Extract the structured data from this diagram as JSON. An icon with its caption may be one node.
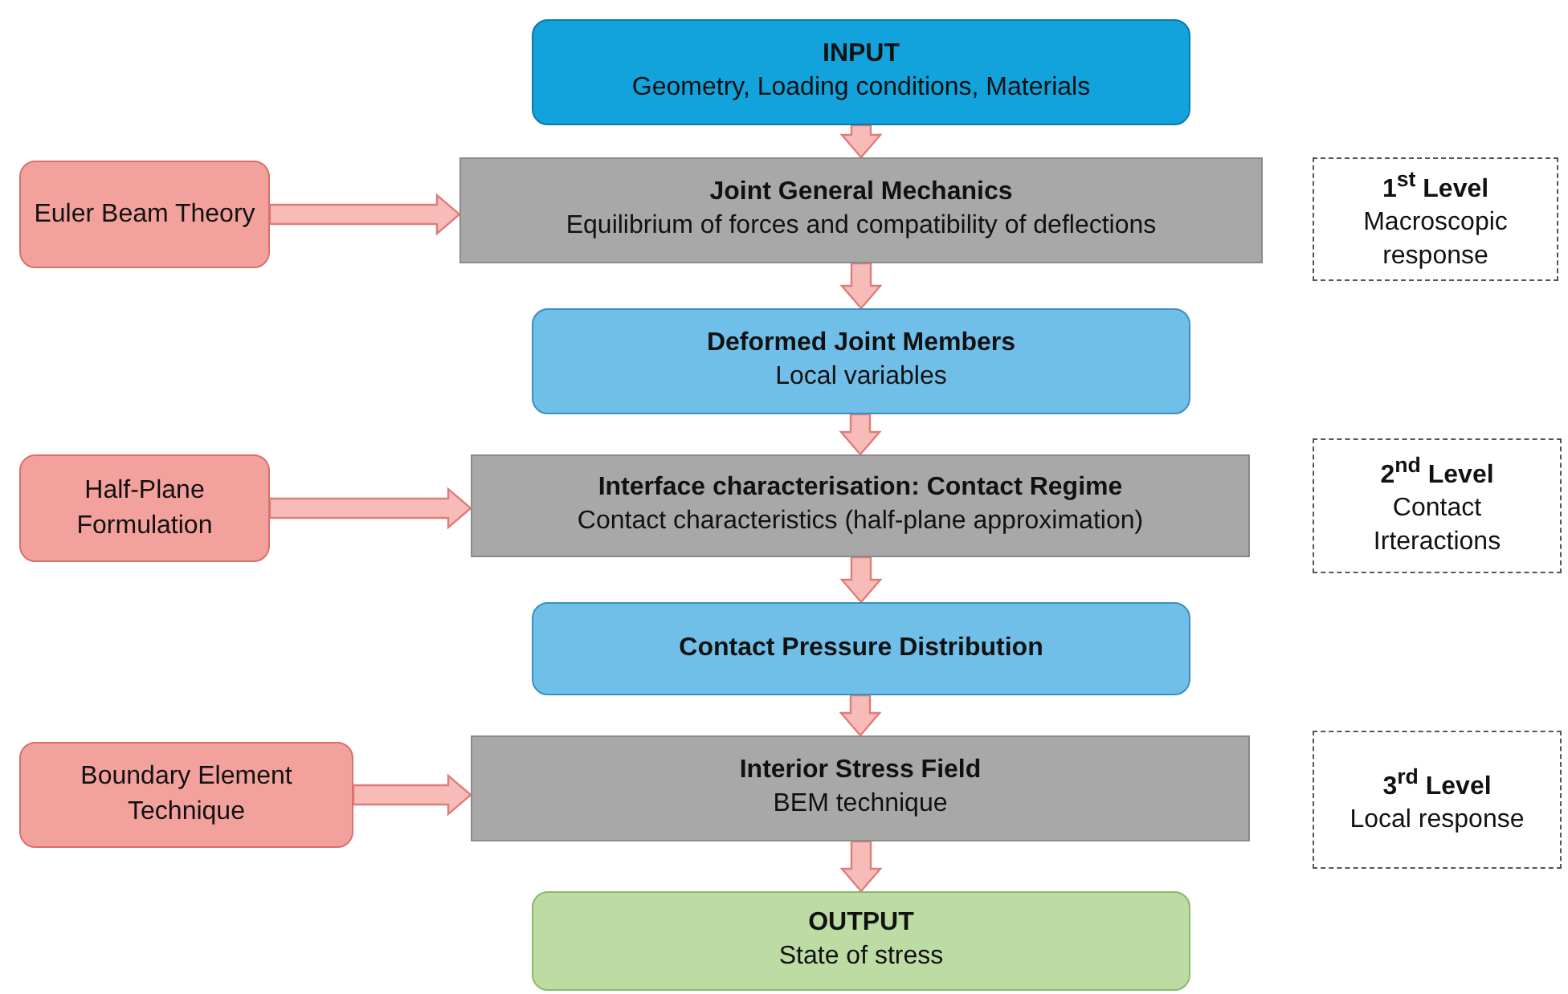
{
  "diagram": {
    "nodes": [
      {
        "text": [
          "INPUT",
          "Geometry, Loading conditions, Materials"
        ]
      },
      {
        "text": [
          "Euler Beam Theory"
        ]
      },
      {
        "text": [
          "Joint General Mechanics",
          "Equilibrium of forces and compatibility of deflections"
        ]
      },
      {
        "text": [
          "1$^{st}$ Level",
          "Macroscopic response"
        ]
      },
      {
        "text": [
          "Deformed Joint Members",
          "Local variables"
        ]
      },
      {
        "text": [
          "Half-Plane Formulation"
        ]
      },
      {
        "text": [
          "Interface characterisation: Contact Regime",
          "Contact characteristics (half-plane approximation)"
        ]
      },
      {
        "text": [
          "2$^{nd}$ Level",
          "Contact Irteractions"
        ]
      },
      {
        "text": [
          "Contact Pressure Distribution"
        ]
      },
      {
        "text": [
          "Boundary Element Technique"
        ]
      },
      {
        "text": [
          "Interior Stress Field",
          "BEM technique"
        ]
      },
      {
        "text": [
          "3$^{rd}$ Level",
          "Local response"
        ]
      },
      {
        "text": [
          "OUTPUT",
          "State of stress"
        ]
      }
    ],
    "edges": [
      {
        "from": 0,
        "to": 2,
        "arrow": "to"
      },
      {
        "from": 1,
        "to": 2,
        "arrow": "to"
      },
      {
        "from": 2,
        "to": 4,
        "arrow": "to"
      },
      {
        "from": 4,
        "to": 6,
        "arrow": "to"
      },
      {
        "from": 5,
        "to": 6,
        "arrow": "to"
      },
      {
        "from": 6,
        "to": 8,
        "arrow": "to"
      },
      {
        "from": 8,
        "to": 10,
        "arrow": "to"
      },
      {
        "from": 9,
        "to": 10,
        "arrow": "to"
      },
      {
        "from": 10,
        "to": 12,
        "arrow": "to"
      }
    ]
  }
}
